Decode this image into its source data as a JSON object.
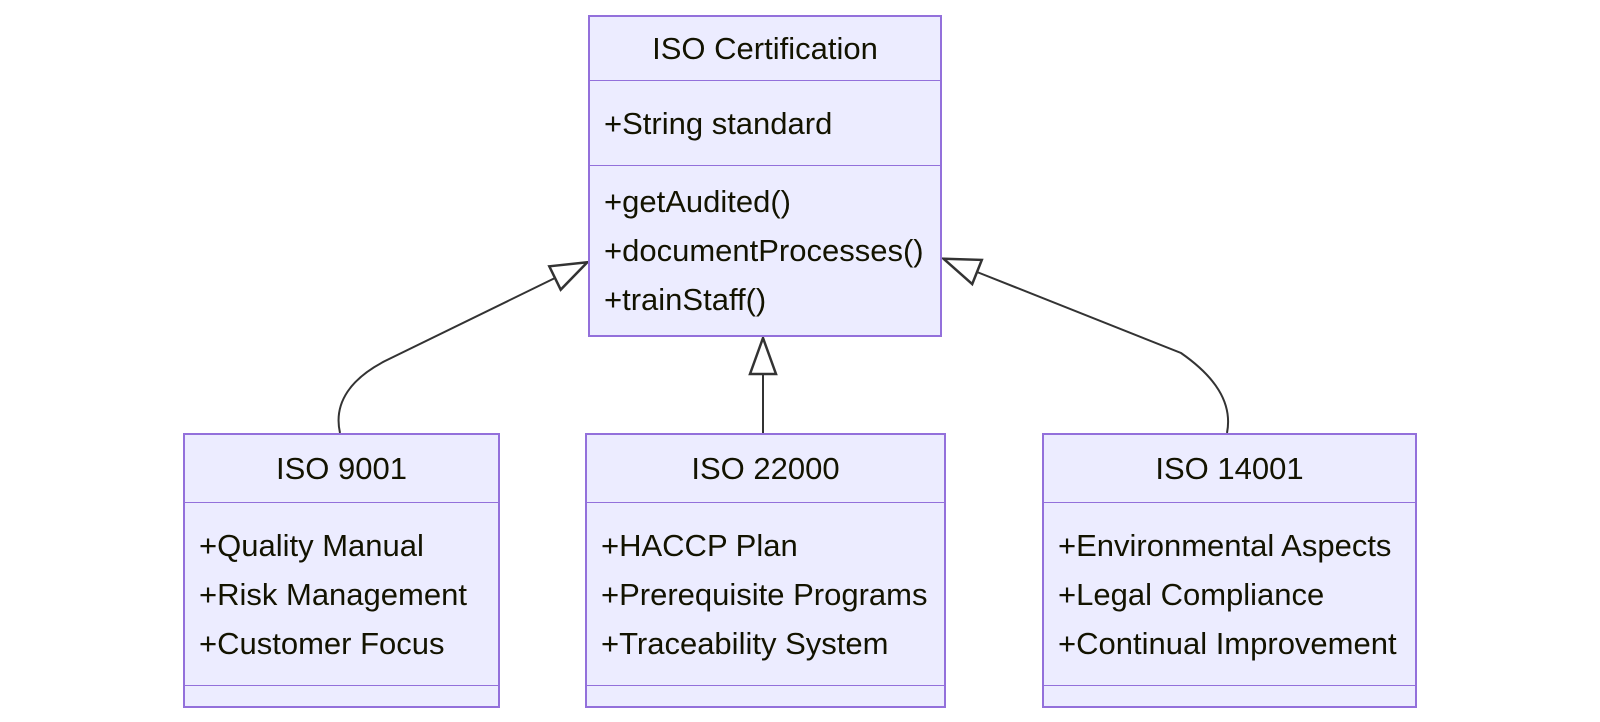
{
  "diagram": {
    "type": "uml-class-diagram",
    "background": "#ffffff",
    "colors": {
      "node_fill": "#ECECFF",
      "node_border": "#9370DB",
      "text": "#131300",
      "edge": "#333333"
    },
    "classes": {
      "certification": {
        "name": "ISO Certification",
        "attributes": [
          "+String standard"
        ],
        "methods": [
          "+getAudited()",
          "+documentProcesses()",
          "+trainStaff()"
        ]
      },
      "iso9001": {
        "name": "ISO 9001",
        "attributes": [
          "+Quality Manual",
          "+Risk Management",
          "+Customer Focus"
        ],
        "methods": []
      },
      "iso22000": {
        "name": "ISO 22000",
        "attributes": [
          "+HACCP Plan",
          "+Prerequisite Programs",
          "+Traceability System"
        ],
        "methods": []
      },
      "iso14001": {
        "name": "ISO 14001",
        "attributes": [
          "+Environmental Aspects",
          "+Legal Compliance",
          "+Continual Improvement"
        ],
        "methods": []
      }
    },
    "relations": [
      {
        "from": "ISO 9001",
        "to": "ISO Certification",
        "type": "inheritance"
      },
      {
        "from": "ISO 22000",
        "to": "ISO Certification",
        "type": "inheritance"
      },
      {
        "from": "ISO 14001",
        "to": "ISO Certification",
        "type": "inheritance"
      }
    ]
  }
}
